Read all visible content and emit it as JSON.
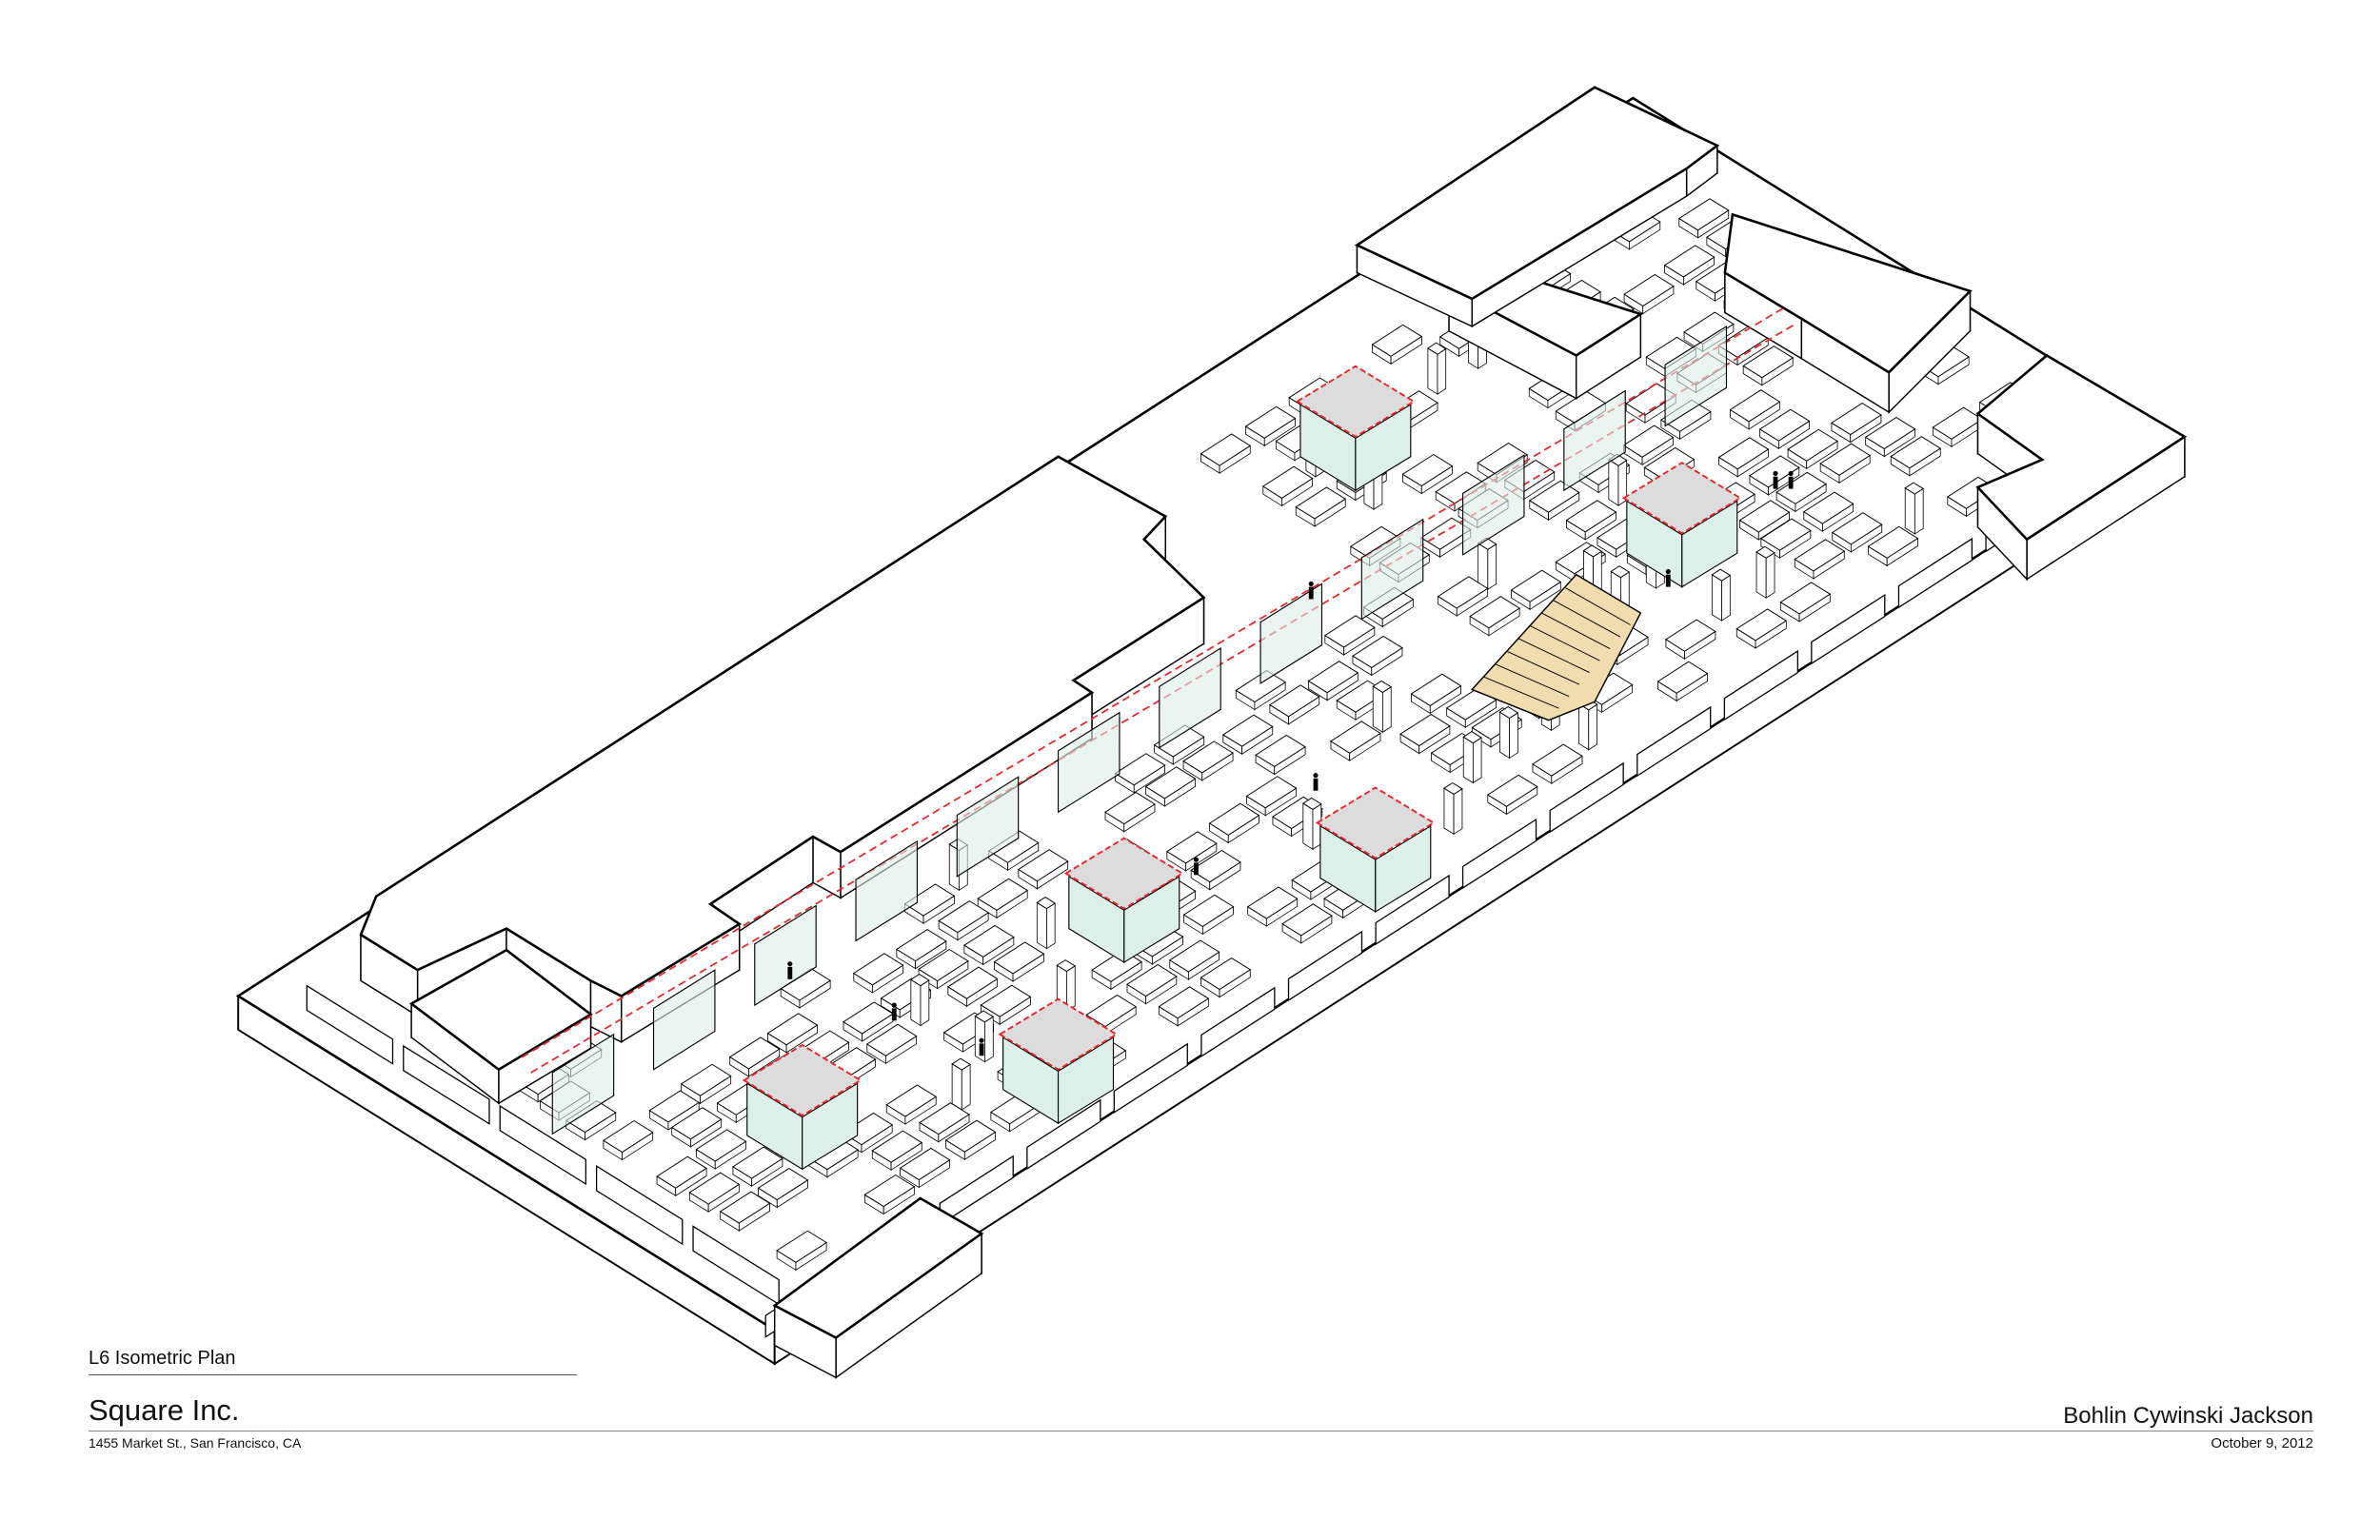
{
  "drawing": {
    "title": "L6 Isometric Plan",
    "client": "Square Inc.",
    "address": "1455 Market St., San Francisco, CA",
    "architect": "Bohlin Cywinski Jackson",
    "date": "October 9, 2012"
  },
  "colors": {
    "linework": "#000000",
    "pod_outline_dashed": "#e8262b",
    "pod_roof": "#dcdcdc",
    "glass": "#dcefe8",
    "stair": "#f0dcae"
  }
}
